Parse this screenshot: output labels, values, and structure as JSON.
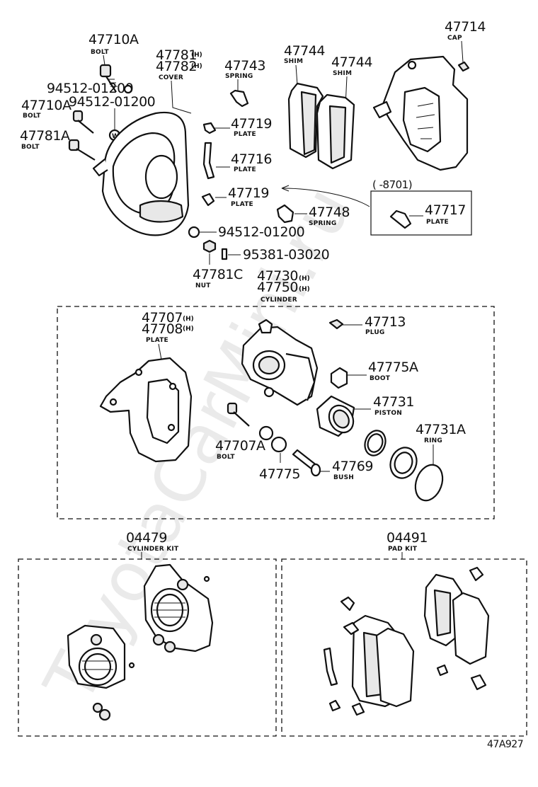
{
  "diagram": {
    "drawing_code": "47A927",
    "watermark": "ToyotaCarMini.ru",
    "subgroup_range": "( -8701)",
    "parts": [
      {
        "id": "bolt_47710A_top",
        "number": "47710A",
        "label": "BOLT"
      },
      {
        "id": "cover",
        "number": "47781",
        "number2": "47782",
        "suffix": "(H)",
        "suffix2": "(H)",
        "label": "COVER"
      },
      {
        "id": "spring_47743",
        "number": "47743",
        "label": "SPRING"
      },
      {
        "id": "shim_a",
        "number": "47744",
        "label": "SHIM"
      },
      {
        "id": "shim_b",
        "number": "47744",
        "label": "SHIM"
      },
      {
        "id": "cap",
        "number": "47714",
        "label": "CAP"
      },
      {
        "id": "washer_a",
        "number": "94512-01200"
      },
      {
        "id": "washer_b",
        "number": "94512-01200"
      },
      {
        "id": "bolt_47710A_mid",
        "number": "47710A",
        "label": "BOLT"
      },
      {
        "id": "bolt_47781A",
        "number": "47781A",
        "label": "BOLT"
      },
      {
        "id": "plate_47719_a",
        "number": "47719",
        "label": "PLATE"
      },
      {
        "id": "plate_47716",
        "number": "47716",
        "label": "PLATE"
      },
      {
        "id": "plate_47719_b",
        "number": "47719",
        "label": "PLATE"
      },
      {
        "id": "plate_47717",
        "number": "47717",
        "label": "PLATE"
      },
      {
        "id": "spring_47748",
        "number": "47748",
        "label": "SPRING"
      },
      {
        "id": "washer_c",
        "number": "94512-01200"
      },
      {
        "id": "pin",
        "number": "95381-03020"
      },
      {
        "id": "nut",
        "number": "47781C",
        "label": "NUT"
      },
      {
        "id": "cylinder",
        "number": "47730",
        "number2": "47750",
        "suffix": "(H)",
        "suffix2": "(H)",
        "label": "CYLINDER"
      },
      {
        "id": "plate_47707",
        "number": "47707",
        "number2": "47708",
        "suffix": "(H)",
        "suffix2": "(H)",
        "label": "PLATE"
      },
      {
        "id": "plug",
        "number": "47713",
        "label": "PLUG"
      },
      {
        "id": "boot",
        "number": "47775A",
        "label": "BOOT"
      },
      {
        "id": "piston",
        "number": "47731",
        "label": "PISTON"
      },
      {
        "id": "bolt_47707A",
        "number": "47707A",
        "label": "BOLT"
      },
      {
        "id": "ring",
        "number": "47731A",
        "label": "RING"
      },
      {
        "id": "part_47775",
        "number": "47775"
      },
      {
        "id": "bush",
        "number": "47769",
        "label": "BUSH"
      },
      {
        "id": "cylinder_kit",
        "number": "04479",
        "label": "CYLINDER KIT"
      },
      {
        "id": "pad_kit",
        "number": "04491",
        "label": "PAD KIT"
      }
    ]
  }
}
